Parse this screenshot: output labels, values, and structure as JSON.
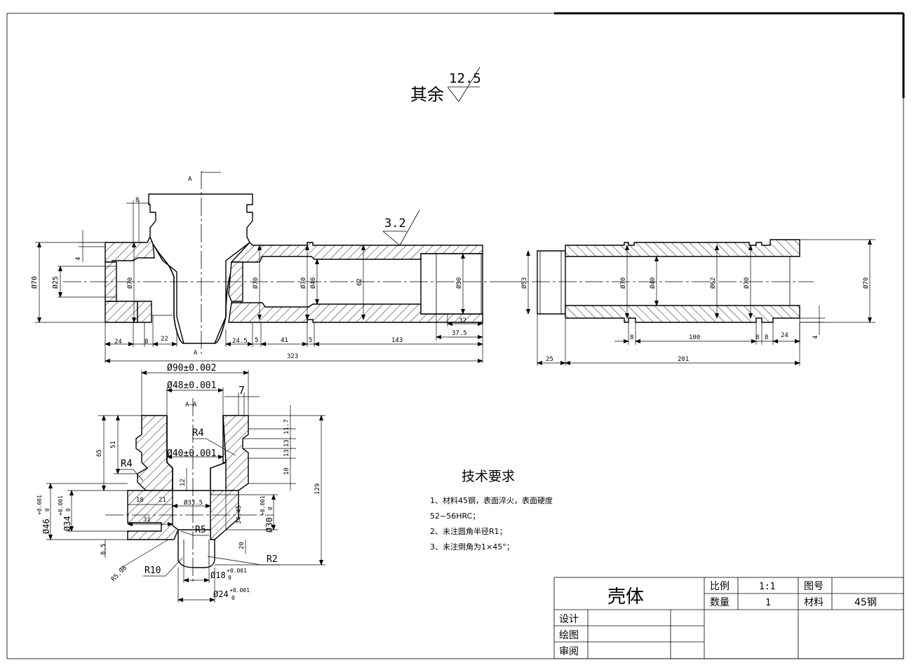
{
  "roughness": {
    "general_prefix": "其余",
    "general_value": "12.5",
    "local_value": "3.2"
  },
  "section_marks": {
    "cut": "A",
    "view": "A—A"
  },
  "tech_requirements": {
    "title": "技术要求",
    "items": [
      "1、材料45钢，表面淬火，表面硬度",
      "52~56HRC；",
      "2、未注圆角半径R1；",
      "3、未注倒角为1×45°；"
    ]
  },
  "title_block": {
    "part_name": "壳体",
    "scale_label": "比例",
    "scale_value": "1:1",
    "drawing_no_label": "图号",
    "drawing_no_value": "",
    "qty_label": "数量",
    "qty_value": "1",
    "material_label": "材料",
    "material_value": "45钢",
    "design_label": "设计",
    "draw_label": "绘图",
    "review_label": "审阅"
  },
  "dims_left_view": {
    "d70_outer": "Ø70",
    "d25": "Ø25",
    "d70_a": "Ø70",
    "d70_b": "Ø70",
    "d70_c": "Ø70",
    "d40": "Ø40",
    "d62": "62",
    "d50": "Ø50",
    "d53": "Ø53",
    "h4": "4",
    "w8_top": "8",
    "l24": "24",
    "l8": "8",
    "l22": "22",
    "l24_5": "24.5",
    "l5a": "5",
    "l41": "41",
    "l5b": "5",
    "l143": "143",
    "l37_5": "37.5",
    "l32": "32",
    "l323": "323"
  },
  "dims_right_view": {
    "d70_a": "Ø70",
    "d40": "Ø40",
    "d62": "Ø62",
    "d70_b": "Ø70",
    "d70_c": "Ø70",
    "l8a": "8",
    "l100": "100",
    "l8b": "8",
    "l8c": "8",
    "l24": "24",
    "h4": "4",
    "l25": "25",
    "l201": "201"
  },
  "dims_section": {
    "d90": "Ø90±0.002",
    "d48": "Ø48±0.001",
    "w7": "7",
    "r4a": "R4",
    "r4b": "R4",
    "d40": "Ø40±0.001",
    "h65": "65",
    "h51": "51",
    "h129": "129",
    "v11_7": "11.7",
    "v13a": "13",
    "v13b": "13",
    "v10": "10",
    "h12": "12",
    "l18": "18",
    "l21": "21",
    "d33_5": "Ø33.5",
    "h34_45": "34.45",
    "l31": "31",
    "d46": "Ø46",
    "d46_tol_up": "+0.001",
    "d46_tol_dn": "0",
    "d34": "Ø34",
    "d34_tol_up": "+0.001",
    "d34_tol_dn": "0",
    "d30": "Ø30",
    "d30_tol_up": "+0.001",
    "d30_tol_dn": "0",
    "r5": "R5",
    "h20": "20",
    "h8_5": "8.5",
    "r5_96": "R5.96",
    "r10": "R10",
    "r2": "R2",
    "d18": "Ø18",
    "d18_tol_up": "+0.001",
    "d18_tol_dn": "0",
    "d24": "Ø24",
    "d24_tol_up": "+0.001",
    "d24_tol_dn": "0"
  }
}
